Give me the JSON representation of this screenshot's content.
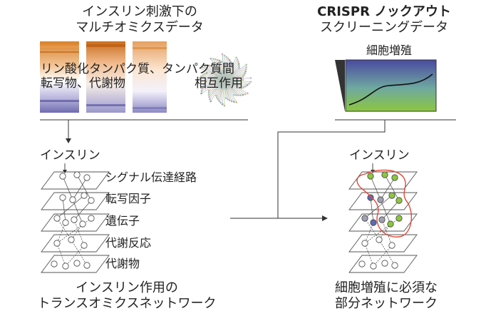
{
  "left_panel": {
    "title_line1": "インスリン刺激下の",
    "title_line2": "マルチオミクスデータ",
    "overlay_line1": "リン酸化タンパク質、タンパク質間",
    "overlay_line2_left": "転写物、代謝物",
    "overlay_line2_right": "相互作用"
  },
  "right_panel": {
    "title_line1": "CRISPR ノックアウト",
    "title_line2": "スクリーニングデータ",
    "chart_label": "細胞増殖"
  },
  "left_network": {
    "top_label": "インスリン",
    "layers": [
      "シグナル伝達経路",
      "転写因子",
      "遺伝子",
      "代謝反応",
      "代謝物"
    ],
    "caption_line1": "インスリン作用の",
    "caption_line2": "トランスオミクスネットワーク"
  },
  "right_network": {
    "top_label": "インスリン",
    "caption_line1": "細胞増殖に必須な",
    "caption_line2": "部分ネットワーク"
  },
  "colors": {
    "heatmap_orange": "#d9822b",
    "heatmap_purple": "#7b78b8",
    "chart_top": "#4a4aa0",
    "chart_bottom": "#8cc63f",
    "highlight_red": "#e04a3a",
    "node_green": "#8cc63f",
    "node_blue": "#5b6bb5",
    "node_gray": "#a0a0b0"
  }
}
